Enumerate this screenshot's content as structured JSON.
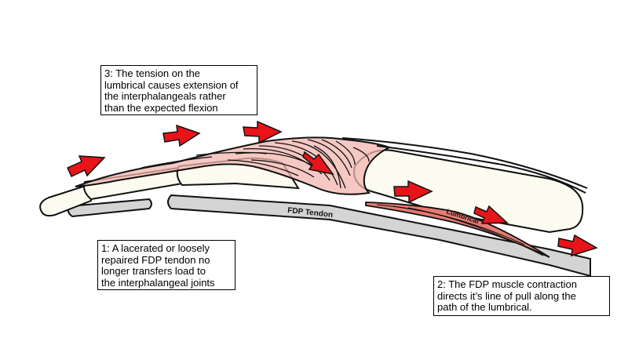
{
  "callouts": {
    "tension": {
      "lines": [
        "3: The tension on the",
        "lumbrical causes extension of",
        "the interphalangeals rather",
        "than the expected flexion"
      ]
    },
    "laceration": {
      "lines": [
        "1: A lacerated or loosely",
        "repaired FDP tendon no",
        "longer transfers load to",
        "the interphalangeal joints"
      ]
    },
    "contraction": {
      "lines": [
        "2: The FDP muscle contraction",
        "directs it’s line of pull along the",
        "path of the lumbrical."
      ]
    }
  },
  "labels": {
    "fdp_tendon": "FDP Tendon",
    "lumbrical": "Lumbrical"
  },
  "colors": {
    "arrow": "#e8141a",
    "tendon": "#d4d4d4",
    "muscle": "#f2b6b0",
    "lumbrical": "#e77b72",
    "bone": "#fbfbf0",
    "outline": "#111111"
  }
}
